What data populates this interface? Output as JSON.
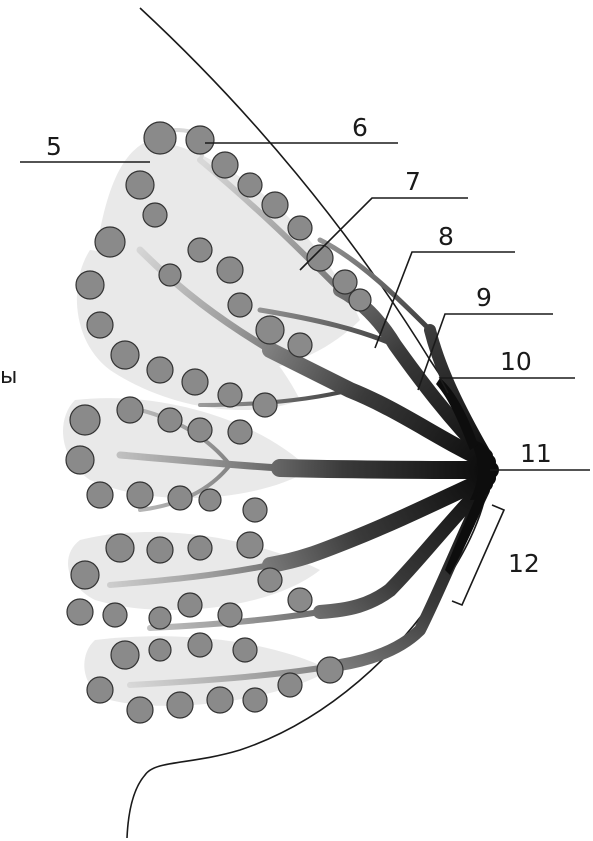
{
  "labels": {
    "l5": "5",
    "l6": "6",
    "l7": "7",
    "l8": "8",
    "l9": "9",
    "l10": "10",
    "l11": "11",
    "l12": "12",
    "left_edge": "ы"
  },
  "colors": {
    "outline": "#1a1a1a",
    "lobule": "#8a8a8a",
    "lobule_stroke": "#333333",
    "duct_dark": "#111111",
    "duct_light": "#c8c8c8",
    "background": "#ffffff"
  }
}
